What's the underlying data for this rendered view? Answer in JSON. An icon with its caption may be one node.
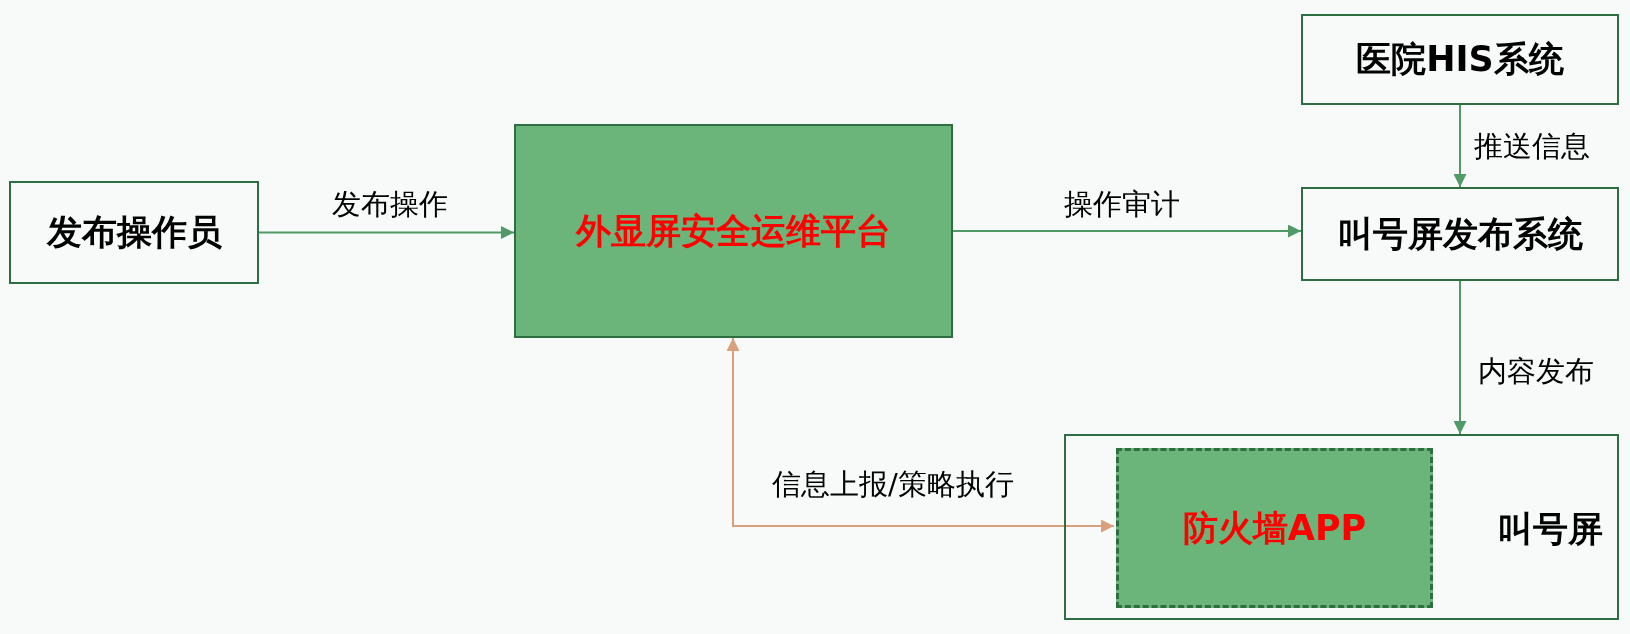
{
  "diagram": {
    "nodes": [
      {
        "text": [
          "发布操作员"
        ]
      },
      {
        "text": [
          "外显屏安全运维平台"
        ]
      },
      {
        "text": [
          "医院HIS系统"
        ]
      },
      {
        "text": [
          "叫号屏发布系统"
        ]
      },
      {
        "text": [
          "叫号屏"
        ]
      },
      {
        "text": [
          "防火墙APP"
        ],
        "in": 4
      }
    ],
    "edges": [
      {
        "from": 0,
        "to": 1,
        "arrow": "to",
        "label": "发布操作"
      },
      {
        "from": 1,
        "to": 3,
        "arrow": "to",
        "label": "操作审计"
      },
      {
        "from": 2,
        "to": 3,
        "arrow": "to",
        "label": "推送信息"
      },
      {
        "from": 3,
        "to": 4,
        "arrow": "to",
        "label": "内容发布"
      },
      {
        "from": 1,
        "to": 5,
        "arrow": "both",
        "label": "信息上报/策略执行",
        "color": "#d9a07c"
      }
    ]
  }
}
